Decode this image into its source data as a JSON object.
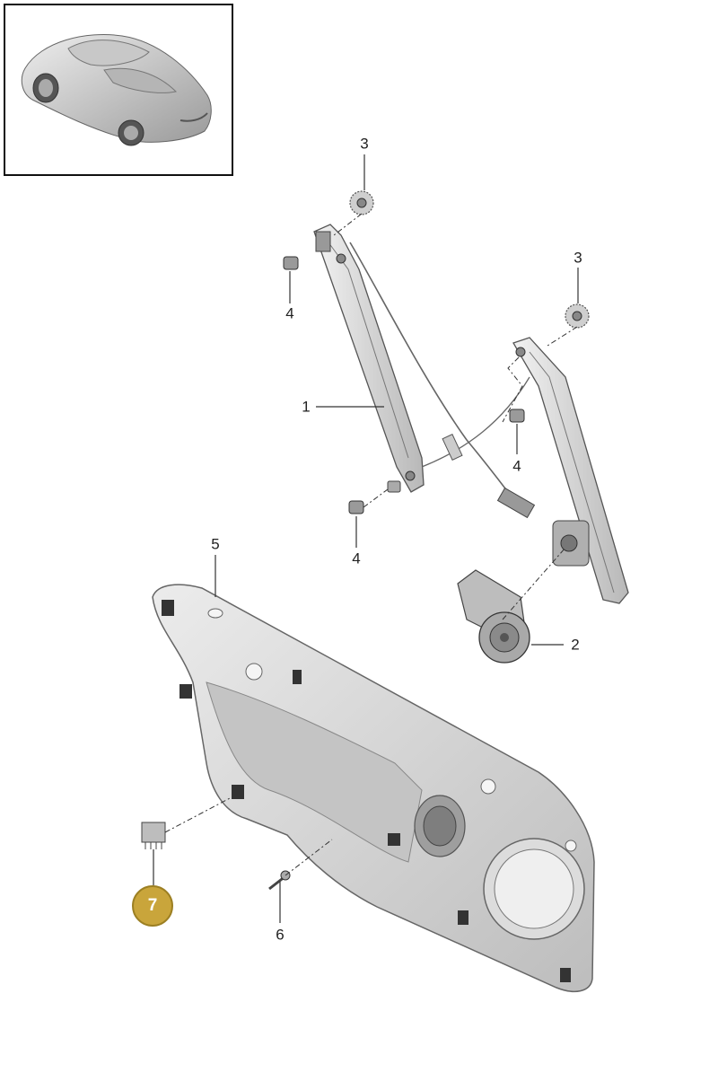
{
  "callouts": {
    "c1": "1",
    "c2": "2",
    "c3a": "3",
    "c3b": "3",
    "c4a": "4",
    "c4b": "4",
    "c4c": "4",
    "c5": "5",
    "c6": "6",
    "c7": "7"
  },
  "colors": {
    "part_fill": "#d9d9d9",
    "part_stroke": "#555555",
    "badge": "#c9a53b"
  }
}
